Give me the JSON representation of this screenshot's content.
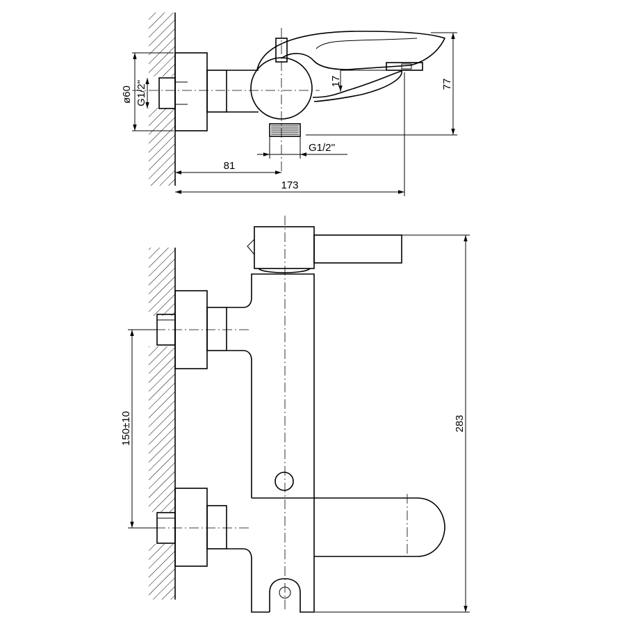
{
  "dimensions": {
    "top_height": "77",
    "top_flow_gap": "17",
    "top_offset": "81",
    "top_length": "173",
    "top_thread_outlet": "G1/2''",
    "top_thread_inlet": "G1/2\"",
    "top_flange_dia": "ø60",
    "front_height": "283",
    "front_centers": "150±10"
  }
}
